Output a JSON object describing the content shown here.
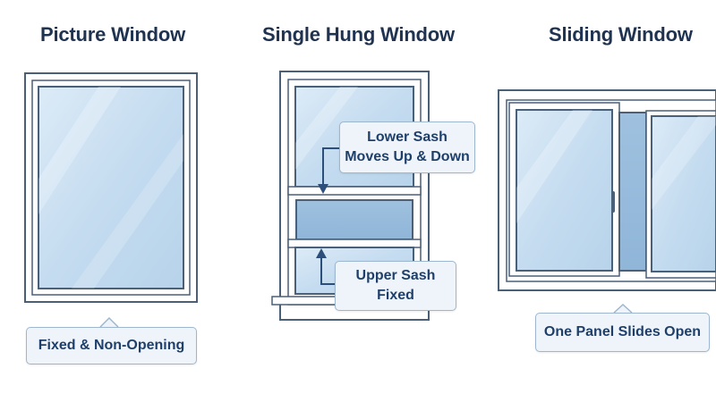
{
  "titles": {
    "picture": "Picture Window",
    "single_hung": "Single Hung Window",
    "sliding": "Sliding Window"
  },
  "callouts": {
    "picture": "Fixed & Non-Opening",
    "lower_sash_line1": "Lower Sash",
    "lower_sash_line2": "Moves Up & Down",
    "upper_sash_line1": "Upper Sash",
    "upper_sash_line2": "Fixed",
    "sliding": "One Panel Slides Open"
  },
  "colors": {
    "frame": "#ffffff",
    "frame_border": "#4a5f78",
    "glass": "#cfe3f3",
    "glass_dark": "#a9c8e3",
    "title": "#1f3350",
    "callout_text": "#1f3f6b",
    "callout_bg": "#eef4fa",
    "callout_border": "#9fb6cf",
    "arrow": "#2b4f7a"
  },
  "icons": [
    "arrow-down-icon",
    "arrow-up-icon"
  ]
}
